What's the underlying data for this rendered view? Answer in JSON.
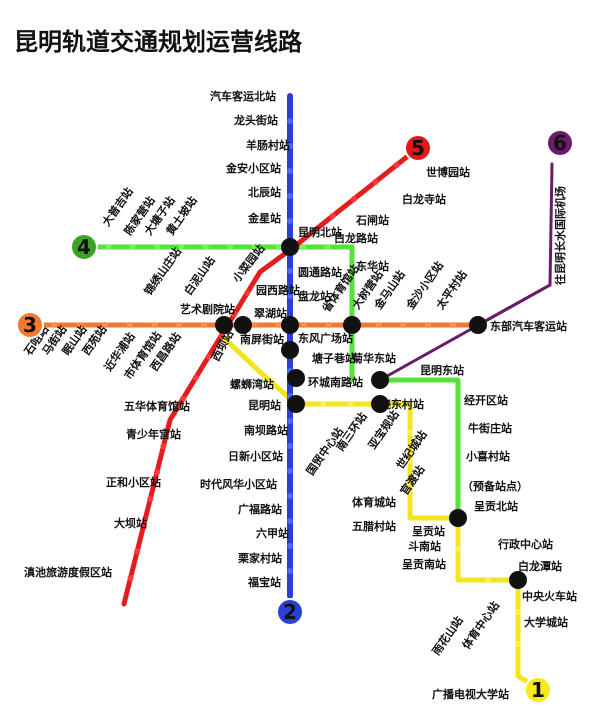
{
  "title": "昆明轨道交通规划运营线路",
  "lines": [
    {
      "id": "1",
      "badge": "1",
      "color": "#f2e51c",
      "badge_fill": "#f8ea1a",
      "badge_text": "#111111"
    },
    {
      "id": "2",
      "badge": "2",
      "color": "#2a3fd6",
      "badge_fill": "#2740d8",
      "badge_text": "#ffffff"
    },
    {
      "id": "3",
      "badge": "3",
      "color": "#f07830",
      "badge_fill": "#f17a2f",
      "badge_text": "#ffffff"
    },
    {
      "id": "4",
      "badge": "4",
      "color": "#56e03a",
      "badge_fill": "#3da226",
      "badge_text": "#ffffff"
    },
    {
      "id": "5",
      "badge": "5",
      "color": "#e21d1d",
      "badge_fill": "#e31818",
      "badge_text": "#ffffff"
    },
    {
      "id": "6",
      "badge": "6",
      "color": "#6a1b6a",
      "badge_fill": "#6d1c6d",
      "badge_text": "#ffffff"
    }
  ],
  "stations": {
    "line2": [
      "汽车客运北站",
      "龙头街站",
      "羊肠村站",
      "金安小区站",
      "北辰站",
      "金星站",
      "昆明北站",
      "圆通路站",
      "盘龙站",
      "东风广场站",
      "塘子巷站",
      "环城南路站",
      "昆明站",
      "南坝路站",
      "日新小区站",
      "时代风华小区站",
      "广福路站",
      "六甲站",
      "栗家村站",
      "福宝站"
    ],
    "line5": [
      "世博园站",
      "白龙寺站",
      "石闸站",
      "白龙路站",
      "东华站",
      "小菜园站",
      "园西路站",
      "翠湖站",
      "南屏街站",
      "西坝站",
      "螺蛳湾站",
      "五华体育馆站",
      "青少年宫站",
      "正和小区站",
      "大坝站",
      "滇池旅游度假区站"
    ],
    "line4": [
      "大普吉站",
      "陈家营站",
      "大塘子站",
      "黄土坡站",
      "锦绣山庄站",
      "白泥山站"
    ],
    "line3": [
      "石咀站",
      "马街站",
      "眠山站",
      "西苑站",
      "近华浦站",
      "市体育馆站",
      "西昌路站",
      "艺术剧院站",
      "省体育馆站",
      "大树营站",
      "金马山站",
      "金沙小区站",
      "太平村站",
      "东部汽车客运站"
    ],
    "line1": [
      "菊华东站",
      "昆明东站",
      "经开区站",
      "牛街庄站",
      "小喜村站",
      "（预备站点）",
      "呈贡北站",
      "行政中心站",
      "白龙潭站",
      "中央火车站",
      "大学城站",
      "广播电视大学站",
      "晓东村站",
      "国贸中心站",
      "南三环站",
      "亚宝规站",
      "世纪城站",
      "官渡站",
      "体育城站",
      "五腊村站",
      "呈贡站",
      "斗南站",
      "呈贡南站",
      "雨花山站",
      "体育中心站"
    ],
    "line6": [
      "往昆明长水国际机场"
    ]
  }
}
